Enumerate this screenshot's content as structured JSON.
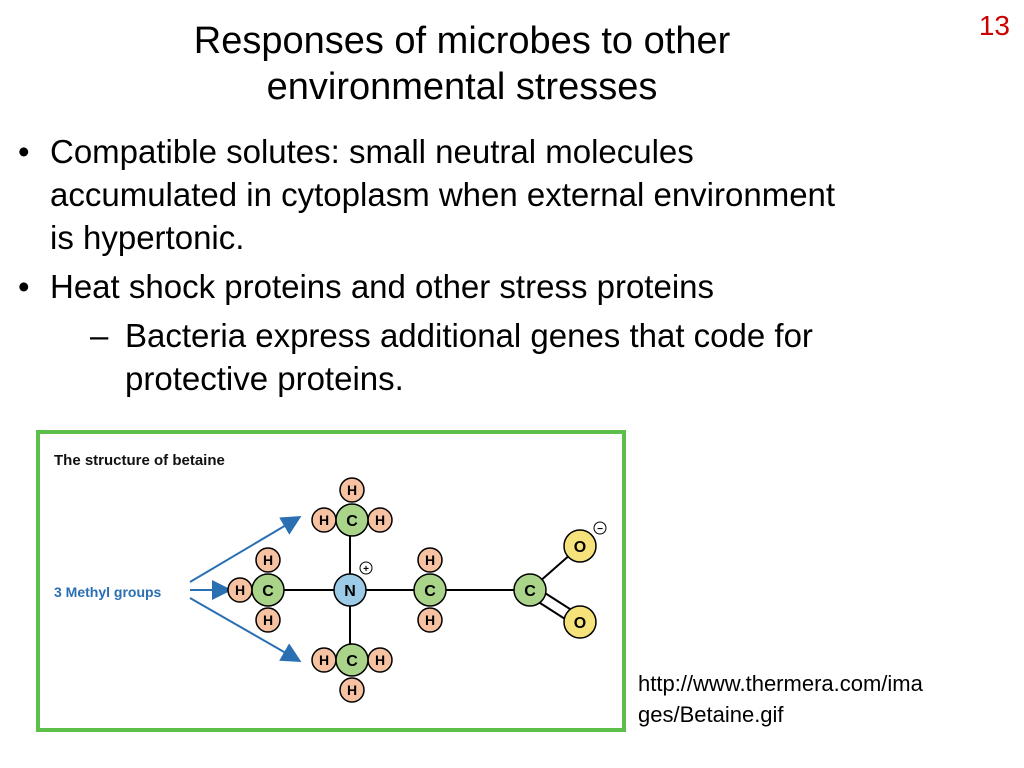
{
  "slide_number": "13",
  "title": {
    "line1": "Responses of microbes to other",
    "line2": "environmental stresses"
  },
  "bullets": {
    "b1_line1": "Compatible solutes: small neutral molecules",
    "b1_line2": "accumulated in cytoplasm when external environment",
    "b1_line3": "is hypertonic.",
    "b2_line1": "Heat shock proteins and other stress proteins",
    "sub_dash": "–",
    "sub_line1": "Bacteria express additional genes that code for",
    "sub_line2": "protective proteins."
  },
  "figure": {
    "title": "The structure of betaine",
    "methyl_label": "3 Methyl groups",
    "atoms": {
      "H": "H",
      "C": "C",
      "N": "N",
      "O": "O",
      "plus": "+",
      "minus": "−"
    },
    "colors": {
      "carbon": "#a9d48a",
      "hydrogen": "#f6c2a2",
      "nitrogen": "#9ccbe8",
      "oxygen": "#f5e27a",
      "border": "#5cbf4a",
      "arrow": "#2a6fb2"
    }
  },
  "source": {
    "line1": "http://www.thermera.com/ima",
    "line2": "ges/Betaine.gif"
  }
}
